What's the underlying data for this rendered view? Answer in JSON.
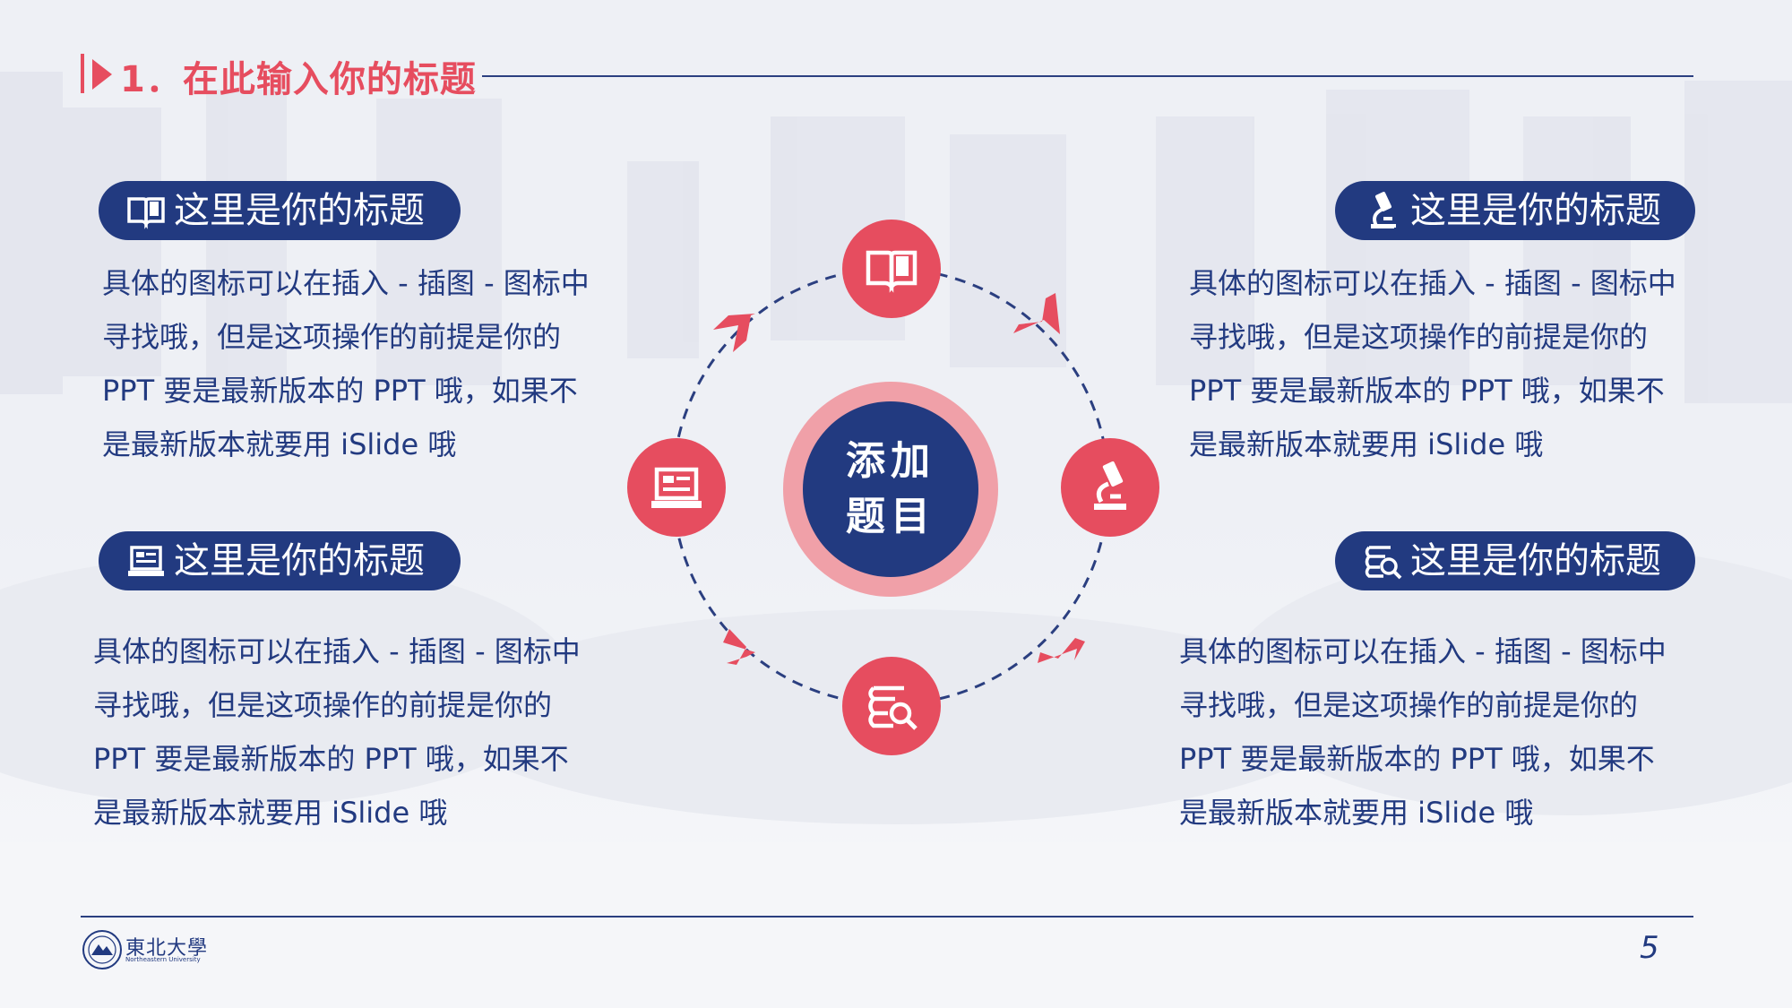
{
  "colors": {
    "accent": "#e64d5f",
    "navy": "#223a80",
    "ring": "#f0a0a8"
  },
  "header": {
    "title": "1．在此输入你的标题"
  },
  "center": {
    "line1": "添加",
    "line2": "题目"
  },
  "nodes": [
    {
      "icon": "book-icon"
    },
    {
      "icon": "microscope-icon"
    },
    {
      "icon": "search-document-icon"
    },
    {
      "icon": "laptop-icon"
    }
  ],
  "sections": {
    "top_left": {
      "icon": "book-icon",
      "title": "这里是你的标题",
      "body": "具体的图标可以在插入 - 插图 - 图标中\n寻找哦，但是这项操作的前提是你的\nPPT 要是最新版本的 PPT 哦，如果不\n是最新版本就要用 iSlide 哦"
    },
    "top_right": {
      "icon": "microscope-icon",
      "title": "这里是你的标题",
      "body": "具体的图标可以在插入 - 插图 - 图标中\n寻找哦，但是这项操作的前提是你的\nPPT 要是最新版本的 PPT 哦，如果不\n是最新版本就要用 iSlide 哦"
    },
    "bottom_left": {
      "icon": "laptop-icon",
      "title": "这里是你的标题",
      "body": "具体的图标可以在插入 - 插图 - 图标中\n寻找哦，但是这项操作的前提是你的\nPPT 要是最新版本的 PPT 哦，如果不\n是最新版本就要用 iSlide 哦"
    },
    "bottom_right": {
      "icon": "search-document-icon",
      "title": "这里是你的标题",
      "body": "具体的图标可以在插入 - 插图 - 图标中\n寻找哦，但是这项操作的前提是你的\nPPT 要是最新版本的 PPT 哦，如果不\n是最新版本就要用 iSlide 哦"
    }
  },
  "footer": {
    "logo_cn": "東北大學",
    "logo_en": "Northeastern University",
    "page_number": "5"
  }
}
